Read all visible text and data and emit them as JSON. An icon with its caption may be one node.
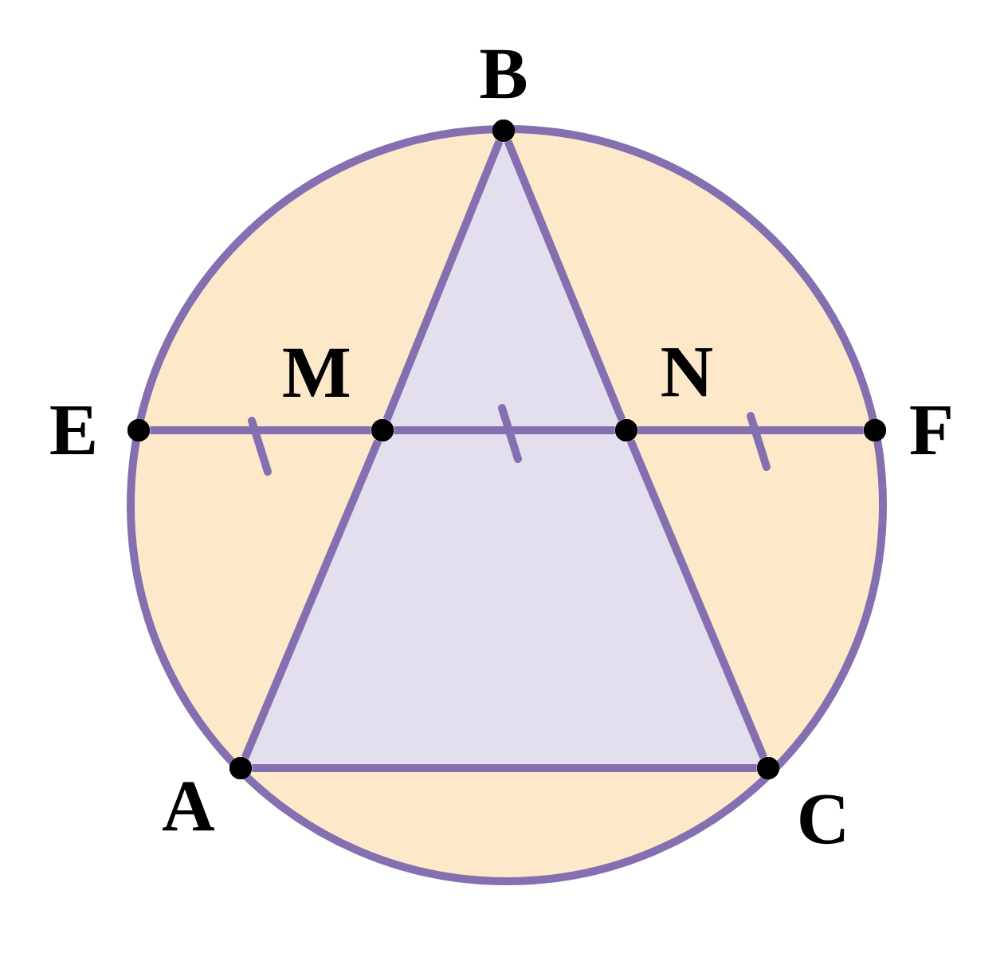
{
  "diagram": {
    "nodes": [
      {
        "text": [
          "B"
        ]
      },
      {
        "text": [
          "E"
        ]
      },
      {
        "text": [
          "M"
        ]
      },
      {
        "text": [
          "N"
        ]
      },
      {
        "text": [
          "F"
        ]
      },
      {
        "text": [
          "A"
        ]
      },
      {
        "text": [
          "C"
        ]
      }
    ],
    "edges": [
      {
        "from": 0,
        "to": 2,
        "arrow": "none"
      },
      {
        "from": 2,
        "to": 5,
        "arrow": "none"
      },
      {
        "from": 0,
        "to": 3,
        "arrow": "none"
      },
      {
        "from": 3,
        "to": 6,
        "arrow": "none"
      },
      {
        "from": 5,
        "to": 6,
        "arrow": "none"
      },
      {
        "from": 1,
        "to": 2,
        "arrow": "none"
      },
      {
        "from": 2,
        "to": 3,
        "arrow": "none"
      },
      {
        "from": 3,
        "to": 4,
        "arrow": "none"
      }
    ]
  }
}
